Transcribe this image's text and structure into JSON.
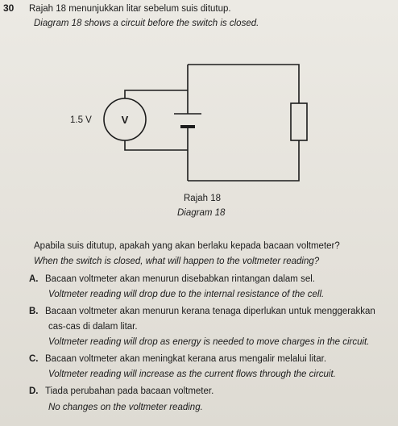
{
  "question": {
    "number": "30",
    "stem_ms": "Rajah 18 menunjukkan litar sebelum suis ditutup.",
    "stem_en": "Diagram 18 shows a circuit before the switch is closed."
  },
  "diagram": {
    "voltage_label": "1.5 V",
    "voltmeter_symbol": "V",
    "caption_ms": "Rajah  18",
    "caption_en": "Diagram 18"
  },
  "prompt": {
    "ms": "Apabila suis ditutup, apakah yang akan berlaku kepada bacaan voltmeter?",
    "en": "When the switch is closed, what will happen to the voltmeter reading?"
  },
  "options": [
    {
      "letter": "A.",
      "ms": "Bacaan voltmeter akan menurun disebabkan rintangan dalam sel.",
      "en": "Voltmeter reading will drop due to the internal resistance of the cell."
    },
    {
      "letter": "B.",
      "ms_1": "Bacaan voltmeter akan menurun kerana tenaga diperlukan untuk menggerakkan",
      "ms_2": "cas-cas di dalam litar.",
      "en": "Voltmeter reading will drop as energy is needed to move charges in the circuit."
    },
    {
      "letter": "C.",
      "ms": "Bacaan voltmeter akan meningkat kerana arus mengalir melalui litar.",
      "en": "Voltmeter reading will increase as the current flows through the circuit."
    },
    {
      "letter": "D.",
      "ms": "Tiada perubahan pada bacaan voltmeter.",
      "en": "No changes on the voltmeter reading."
    }
  ]
}
